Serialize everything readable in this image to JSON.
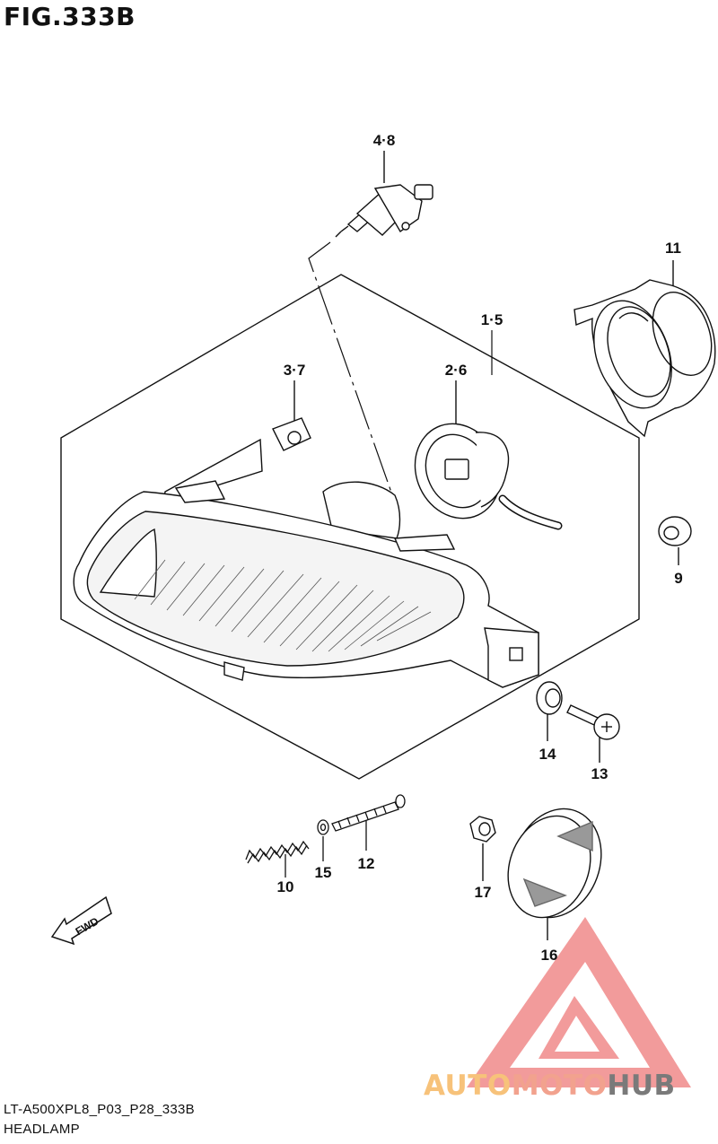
{
  "figure": {
    "title": "FIG.333B",
    "code": "LT-A500XPL8_P03_P28_333B",
    "name": "HEADLAMP",
    "fwd": "FWD"
  },
  "parts": [
    {
      "id": "bulb",
      "label": "4·8"
    },
    {
      "id": "socket-cover",
      "label": "11"
    },
    {
      "id": "headlamp-assy",
      "label": "1·5"
    },
    {
      "id": "clip",
      "label": "3·7"
    },
    {
      "id": "socket",
      "label": "2·6"
    },
    {
      "id": "grommet-9",
      "label": "9"
    },
    {
      "id": "grommet-14",
      "label": "14"
    },
    {
      "id": "screw-13",
      "label": "13"
    },
    {
      "id": "spring",
      "label": "10"
    },
    {
      "id": "washer",
      "label": "15"
    },
    {
      "id": "adjust-screw",
      "label": "12"
    },
    {
      "id": "nut",
      "label": "17"
    },
    {
      "id": "reflector",
      "label": "16"
    }
  ],
  "watermark": {
    "part1": "AUTO",
    "part2": "MOTO",
    "part3": "HUB",
    "colors": {
      "orange": "#f7c27a",
      "red": "#f2a28e",
      "gray": "#7a7a7a"
    }
  }
}
